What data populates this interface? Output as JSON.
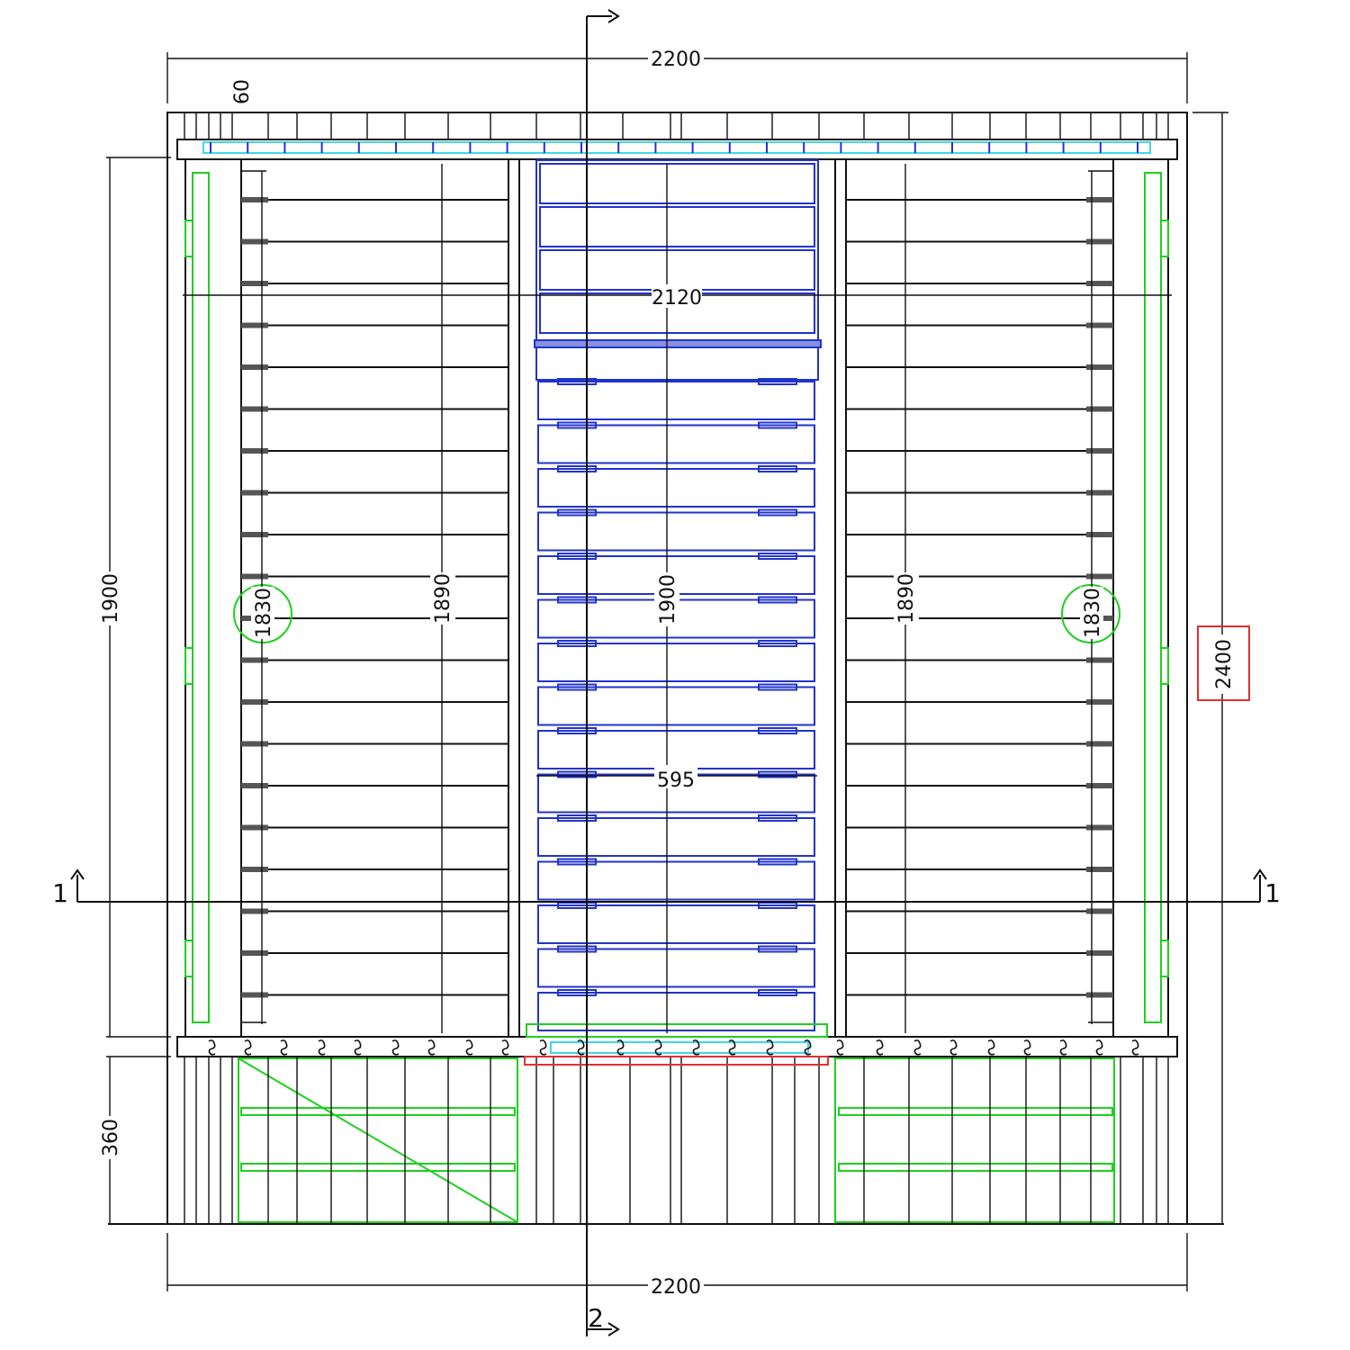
{
  "dimensions": {
    "top_width": "2200",
    "bottom_width": "2200",
    "total_height": "2400",
    "wall_height_left": "1900",
    "base_height": "360",
    "top_offset": "60",
    "inner_width": "2120",
    "bench_length_left": "1890",
    "bench_length_right": "1890",
    "centre_length": "1900",
    "centre_width": "595",
    "slat_length_left": "1830",
    "slat_length_right": "1830"
  },
  "section_marks": {
    "horizontal_left": "1",
    "horizontal_right": "1",
    "vertical_bottom": "2"
  },
  "colors": {
    "line": "#111111",
    "green": "#1fd01f",
    "blue": "#2233cc",
    "cyan": "#3fd7e8",
    "red": "#e03030"
  }
}
